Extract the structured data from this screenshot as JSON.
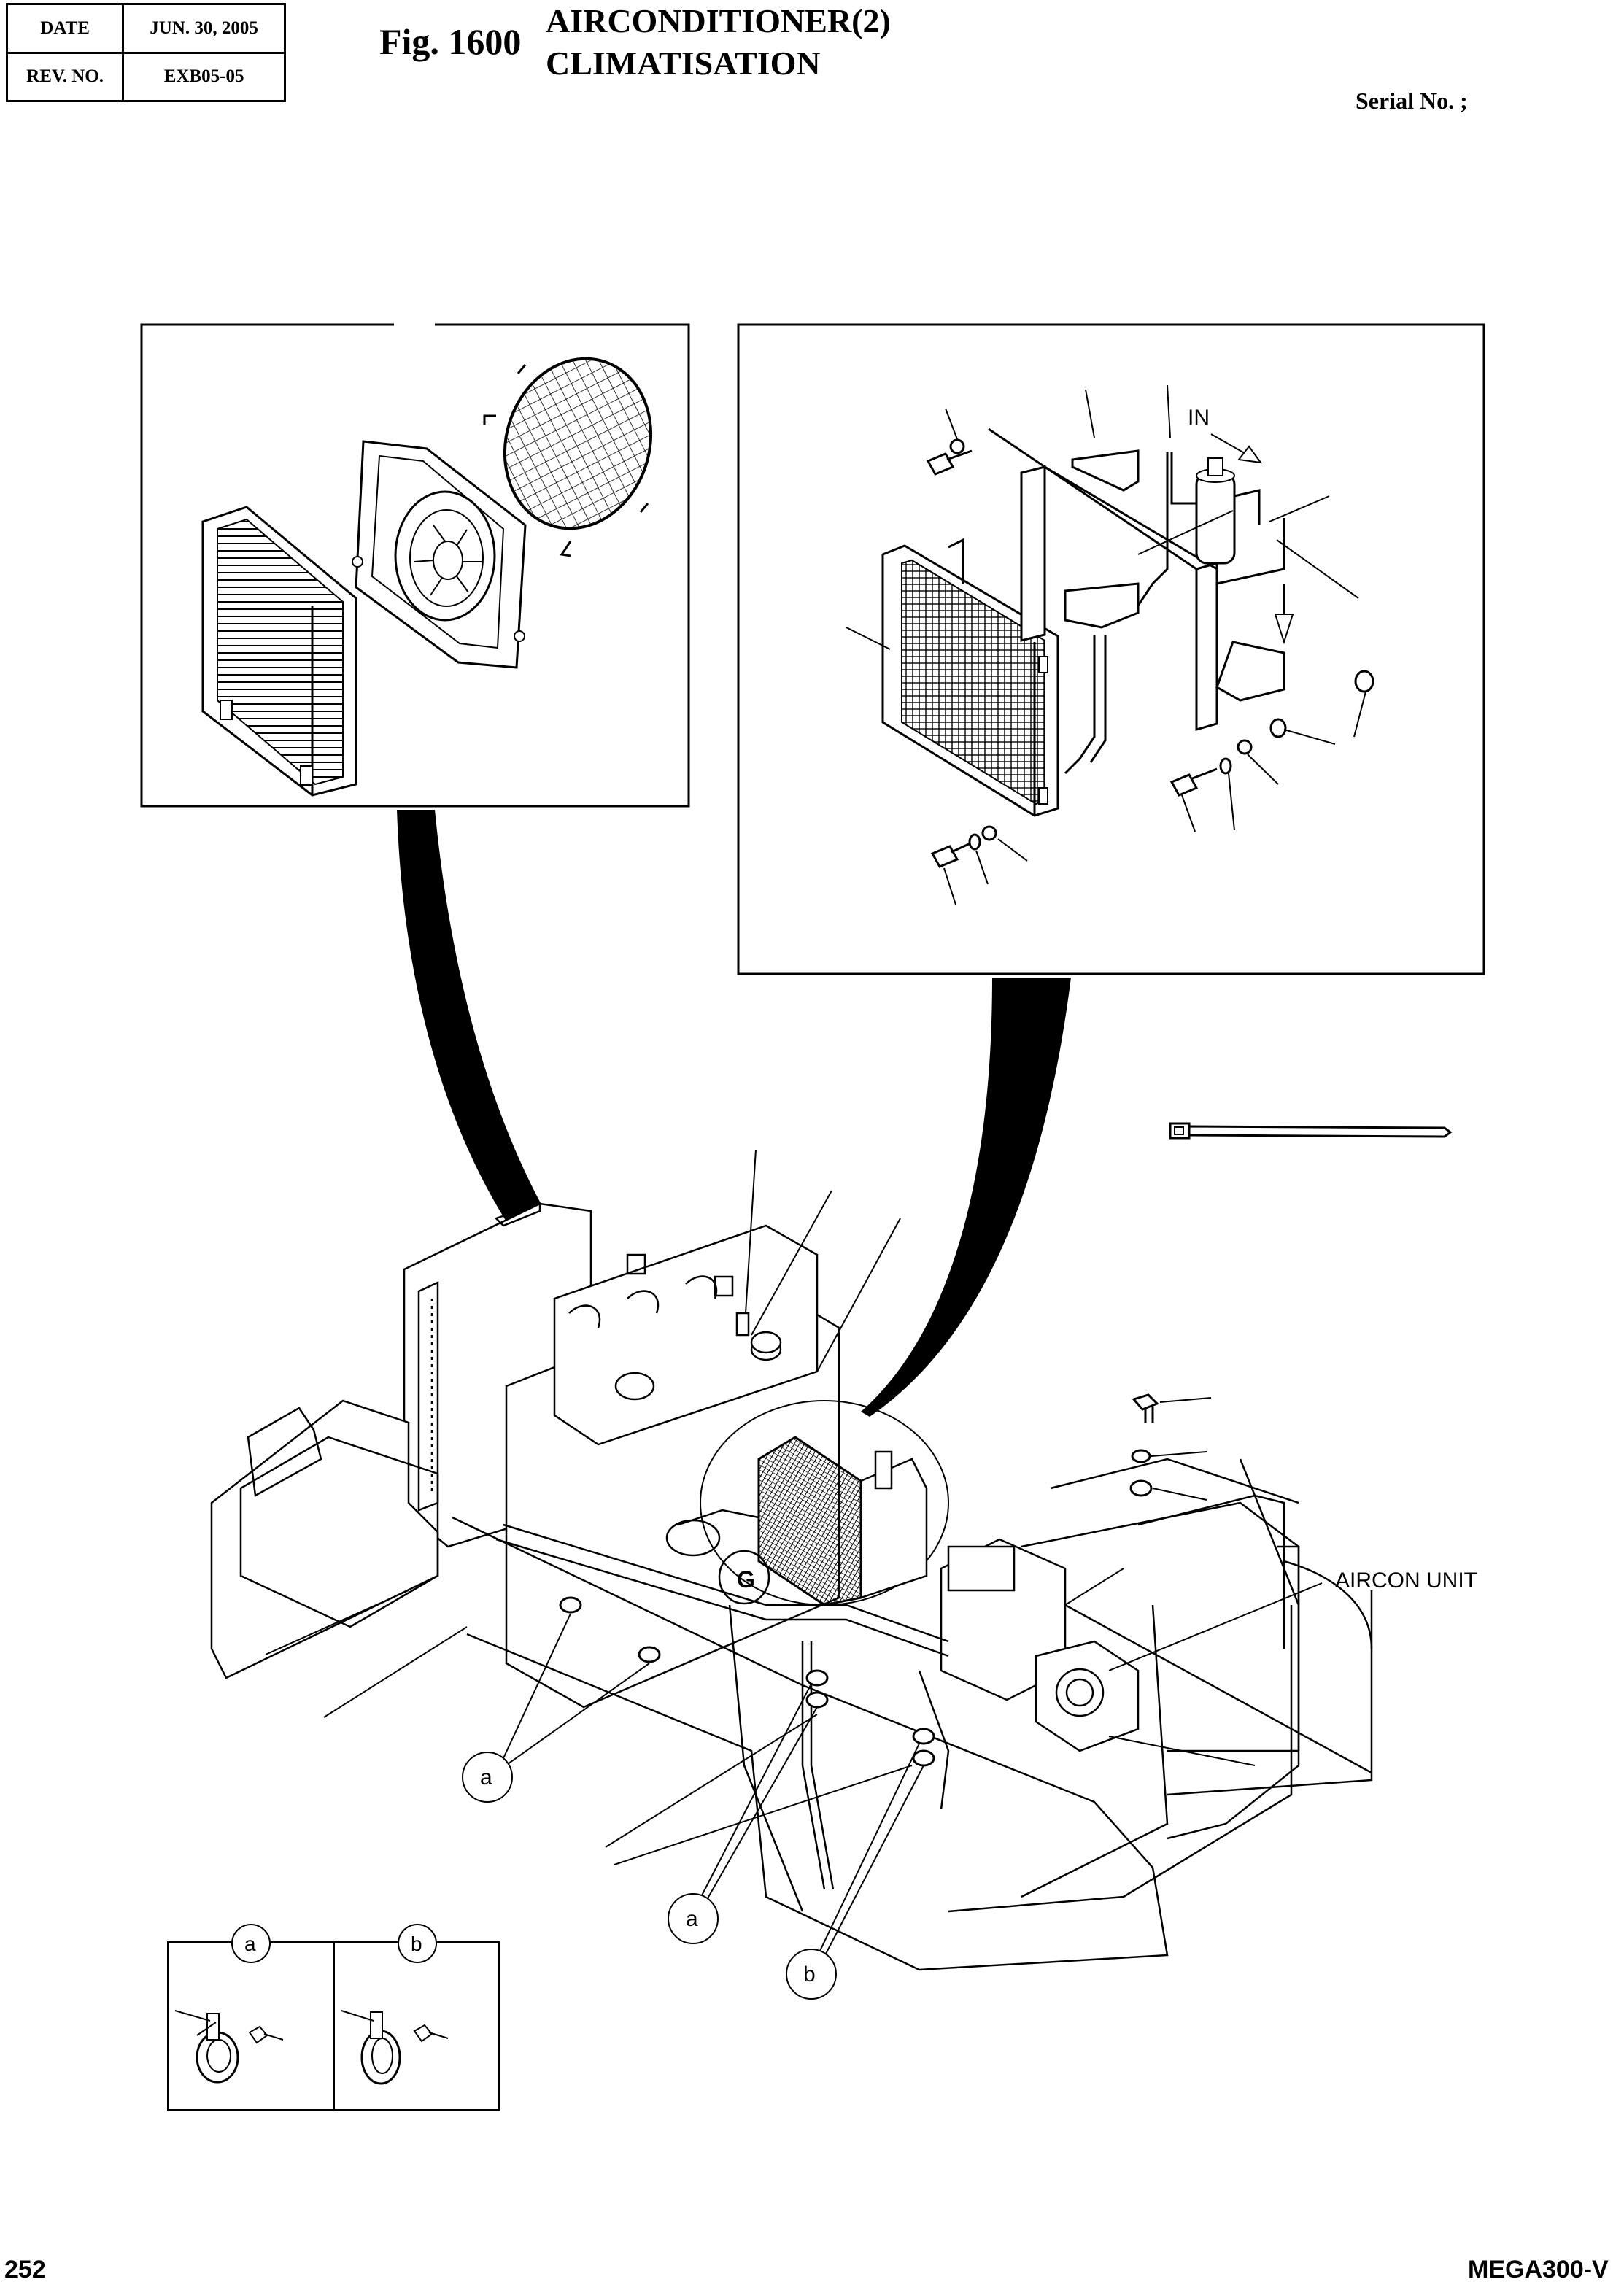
{
  "header": {
    "date_label": "DATE",
    "date_value": "JUN. 30, 2005",
    "rev_label": "REV. NO.",
    "rev_value": "EXB05-05",
    "fig_no": "Fig. 1600",
    "title_line1": "AIRCONDITIONER(2)",
    "title_line2": "CLIMATISATION",
    "serial": "Serial No. ;"
  },
  "labels": {
    "in_arrow": "IN",
    "aircon_unit": "AIRCON UNIT",
    "callout_a": "a",
    "callout_b": "b"
  },
  "footer": {
    "page_no": "252",
    "model": "MEGA300-V"
  }
}
